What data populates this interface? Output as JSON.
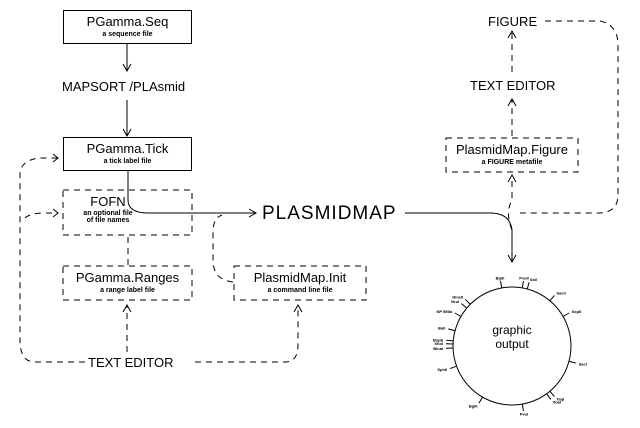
{
  "nodes": {
    "seq": {
      "title": "PGamma.Seq",
      "subtitle": "a sequence file"
    },
    "mapsort": {
      "label": "MAPSORT /PLAsmid"
    },
    "tick": {
      "title": "PGamma.Tick",
      "subtitle": "a tick label file"
    },
    "fofn": {
      "title": "FOFN",
      "subtitle_line1": "an optional file",
      "subtitle_line2": "of file names"
    },
    "ranges": {
      "title": "PGamma.Ranges",
      "subtitle": "a range label file"
    },
    "init": {
      "title": "PlasmidMap.Init",
      "subtitle": "a command line file"
    },
    "text_editor_left": {
      "label": "TEXT EDITOR"
    },
    "plasmidmap": {
      "label": "PLASMIDMAP"
    },
    "figure_file": {
      "title": "PlasmidMap.Figure",
      "subtitle": "a FIGURE metafile"
    },
    "text_editor_right": {
      "label": "TEXT EDITOR"
    },
    "figure": {
      "label": "FIGURE"
    },
    "output": {
      "line1": "graphic",
      "line2": "output"
    }
  },
  "circle_sites": [
    "BglII",
    "PvuII",
    "Sall",
    "SacII",
    "SspII",
    "HincII",
    "NruI",
    "NP BNIa",
    "BalI",
    "BspE",
    "XhoI",
    "BlnaI",
    "SacI",
    "TaqI",
    "XbaI",
    "PvuI",
    "BglII",
    "SphII"
  ]
}
